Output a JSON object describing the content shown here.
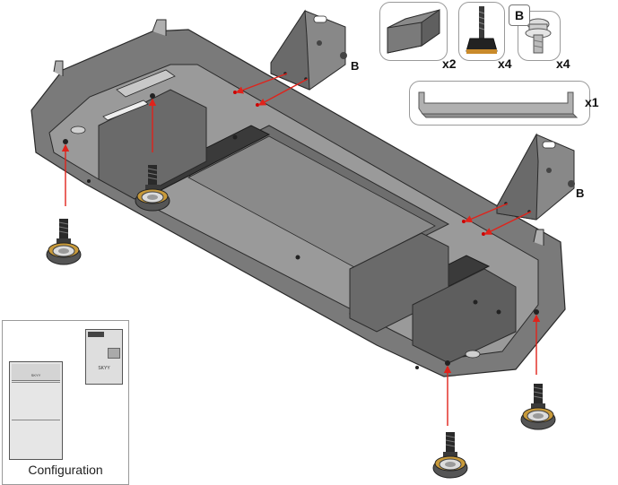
{
  "parts": [
    {
      "name": "bracket",
      "quantity": "x2"
    },
    {
      "name": "foot-screw",
      "quantity": "x4"
    },
    {
      "name": "bolt-b",
      "badge": "B",
      "quantity": "x4"
    },
    {
      "name": "rail",
      "quantity": "x1"
    }
  ],
  "callouts": [
    "B",
    "B"
  ],
  "configuration": {
    "label": "Configuration",
    "unit_top_label": "SKYY",
    "unit_bottom_label": "SKYY"
  },
  "colors": {
    "metal_dark": "#6e6e6e",
    "metal_mid": "#8c8c8c",
    "metal_light": "#b4b4b4",
    "outline": "#2a2a2a",
    "arrow": "#e0231b",
    "foot_ring": "#c89a3a"
  }
}
